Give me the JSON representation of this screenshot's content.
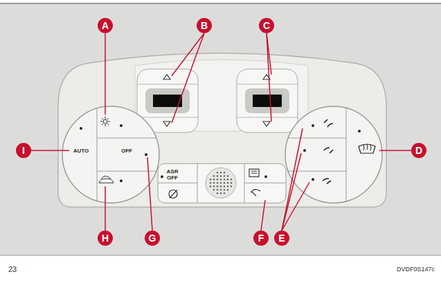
{
  "diagram": {
    "labels": [
      "A",
      "B",
      "C",
      "I",
      "AUTO",
      "OFF",
      "ASR OFF",
      "D",
      "H",
      "G",
      "F",
      "E",
      "23",
      "DVDF0S147c"
    ]
  }
}
